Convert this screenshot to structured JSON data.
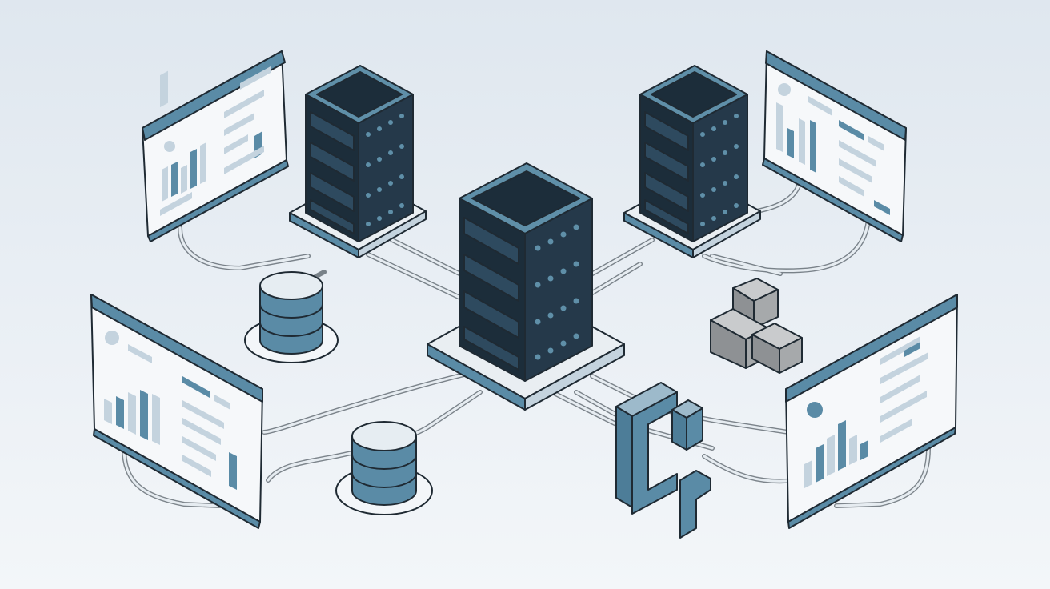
{
  "illustration": {
    "subject": "",
    "nodes": [
      {
        "kind": "server-rack",
        "id": "server-top-left"
      },
      {
        "kind": "server-rack",
        "id": "server-top-right"
      },
      {
        "kind": "server-rack",
        "id": "server-center"
      },
      {
        "kind": "database",
        "id": "database-upper"
      },
      {
        "kind": "database",
        "id": "database-lower"
      },
      {
        "kind": "dashboard-monitor",
        "id": "monitor-top-left"
      },
      {
        "kind": "dashboard-monitor",
        "id": "monitor-top-right"
      },
      {
        "kind": "dashboard-monitor",
        "id": "monitor-bottom-left"
      },
      {
        "kind": "dashboard-monitor",
        "id": "monitor-bottom-right"
      },
      {
        "kind": "block-shape",
        "id": "gray-knot-shape"
      },
      {
        "kind": "block-shape",
        "id": "blue-bracket-shape"
      }
    ]
  },
  "colors": {
    "background_top": "#dfe7ef",
    "background_bottom": "#f3f6f9",
    "server_body": "#1c2d3a",
    "server_top": "#5f8fa8",
    "server_led": "#5f8fa8",
    "accent_blue": "#5a8ba6",
    "accent_light": "#c4d3de",
    "platform": "#e9eef2",
    "outline": "#1f2a33",
    "cable": "#9aa7b2",
    "gray_shape": "#a6a9ab"
  }
}
